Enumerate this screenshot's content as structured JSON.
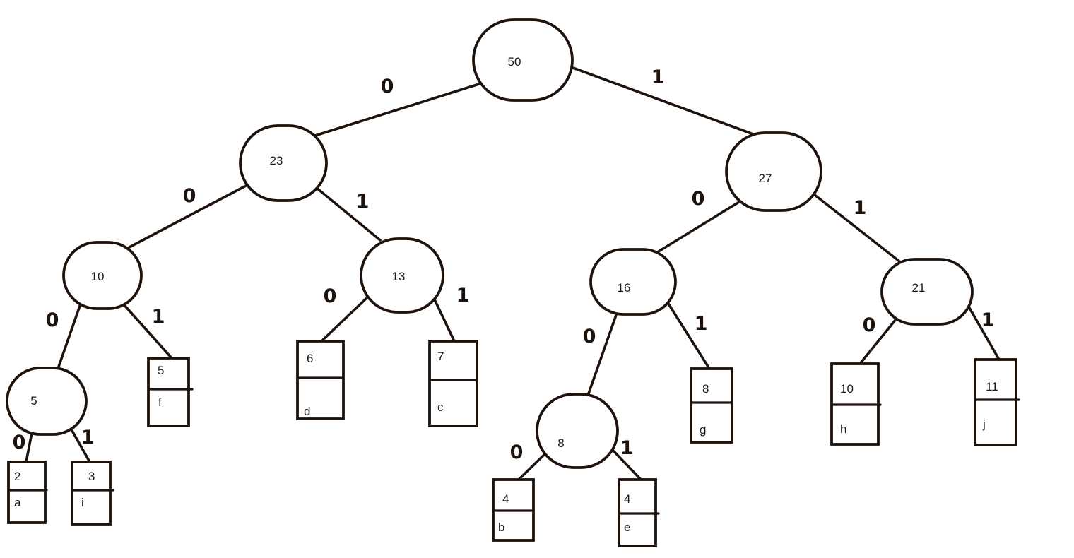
{
  "tree": {
    "internal": [
      {
        "id": "n50",
        "value": "50"
      },
      {
        "id": "n23",
        "value": "23"
      },
      {
        "id": "n27",
        "value": "27"
      },
      {
        "id": "n10",
        "value": "10"
      },
      {
        "id": "n13",
        "value": "13"
      },
      {
        "id": "n16",
        "value": "16"
      },
      {
        "id": "n21",
        "value": "21"
      },
      {
        "id": "n5",
        "value": "5"
      },
      {
        "id": "n8",
        "value": "8"
      }
    ],
    "leaves": [
      {
        "id": "la",
        "value": "2",
        "symbol": "a"
      },
      {
        "id": "li",
        "value": "3",
        "symbol": "i"
      },
      {
        "id": "lf",
        "value": "5",
        "symbol": "f"
      },
      {
        "id": "ld",
        "value": "6",
        "symbol": "d"
      },
      {
        "id": "lc",
        "value": "7",
        "symbol": "c"
      },
      {
        "id": "lb",
        "value": "4",
        "symbol": "b"
      },
      {
        "id": "le",
        "value": "4",
        "symbol": "e"
      },
      {
        "id": "lg",
        "value": "8",
        "symbol": "g"
      },
      {
        "id": "lh",
        "value": "10",
        "symbol": "h"
      },
      {
        "id": "lj",
        "value": "11",
        "symbol": "j"
      }
    ],
    "edges": [
      {
        "from": "n50",
        "to": "n23",
        "bit": "0"
      },
      {
        "from": "n50",
        "to": "n27",
        "bit": "1"
      },
      {
        "from": "n23",
        "to": "n10",
        "bit": "0"
      },
      {
        "from": "n23",
        "to": "n13",
        "bit": "1"
      },
      {
        "from": "n27",
        "to": "n16",
        "bit": "0"
      },
      {
        "from": "n27",
        "to": "n21",
        "bit": "1"
      },
      {
        "from": "n10",
        "to": "n5",
        "bit": "0"
      },
      {
        "from": "n10",
        "to": "lf",
        "bit": "1"
      },
      {
        "from": "n13",
        "to": "ld",
        "bit": "0"
      },
      {
        "from": "n13",
        "to": "lc",
        "bit": "1"
      },
      {
        "from": "n16",
        "to": "n8",
        "bit": "0"
      },
      {
        "from": "n16",
        "to": "lg",
        "bit": "1"
      },
      {
        "from": "n21",
        "to": "lh",
        "bit": "0"
      },
      {
        "from": "n21",
        "to": "lj",
        "bit": "1"
      },
      {
        "from": "n5",
        "to": "la",
        "bit": "0"
      },
      {
        "from": "n5",
        "to": "li",
        "bit": "1"
      },
      {
        "from": "n8",
        "to": "lb",
        "bit": "0"
      },
      {
        "from": "n8",
        "to": "le",
        "bit": "1"
      }
    ]
  }
}
